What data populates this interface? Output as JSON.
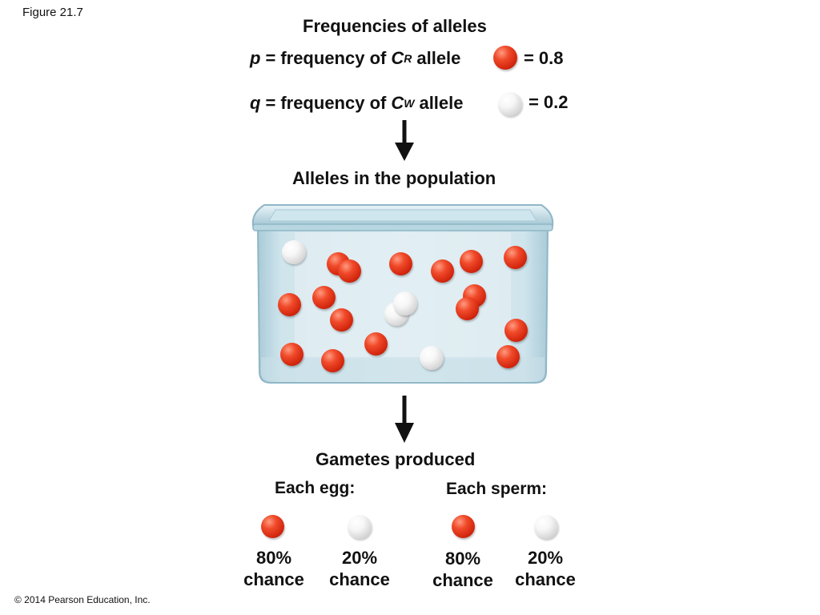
{
  "figure_label": "Figure 21.7",
  "copyright": "© 2014 Pearson Education, Inc.",
  "header": {
    "title": "Frequencies of alleles"
  },
  "alleles": [
    {
      "variable": "p",
      "text": "frequency of",
      "symbol": "C",
      "superscript": "R",
      "suffix": "allele",
      "equals": "=",
      "value": "0.8",
      "color": "#e0321a"
    },
    {
      "variable": "q",
      "text": "frequency of",
      "symbol": "C",
      "superscript": "W",
      "suffix": "allele",
      "equals": "=",
      "value": "0.2",
      "color": "#f2f2f2"
    }
  ],
  "population": {
    "title": "Alleles in the population"
  },
  "gametes": {
    "title": "Gametes produced",
    "egg": {
      "label": "Each egg:",
      "red": {
        "pct": "80%",
        "word": "chance"
      },
      "white": {
        "pct": "20%",
        "word": "chance"
      }
    },
    "sperm": {
      "label": "Each sperm:",
      "red": {
        "pct": "80%",
        "word": "chance"
      },
      "white": {
        "pct": "20%",
        "word": "chance"
      }
    }
  },
  "colors": {
    "red_allele": "#e0321a",
    "white_allele": "#f2f2f2",
    "container": "#bcdbe6"
  }
}
